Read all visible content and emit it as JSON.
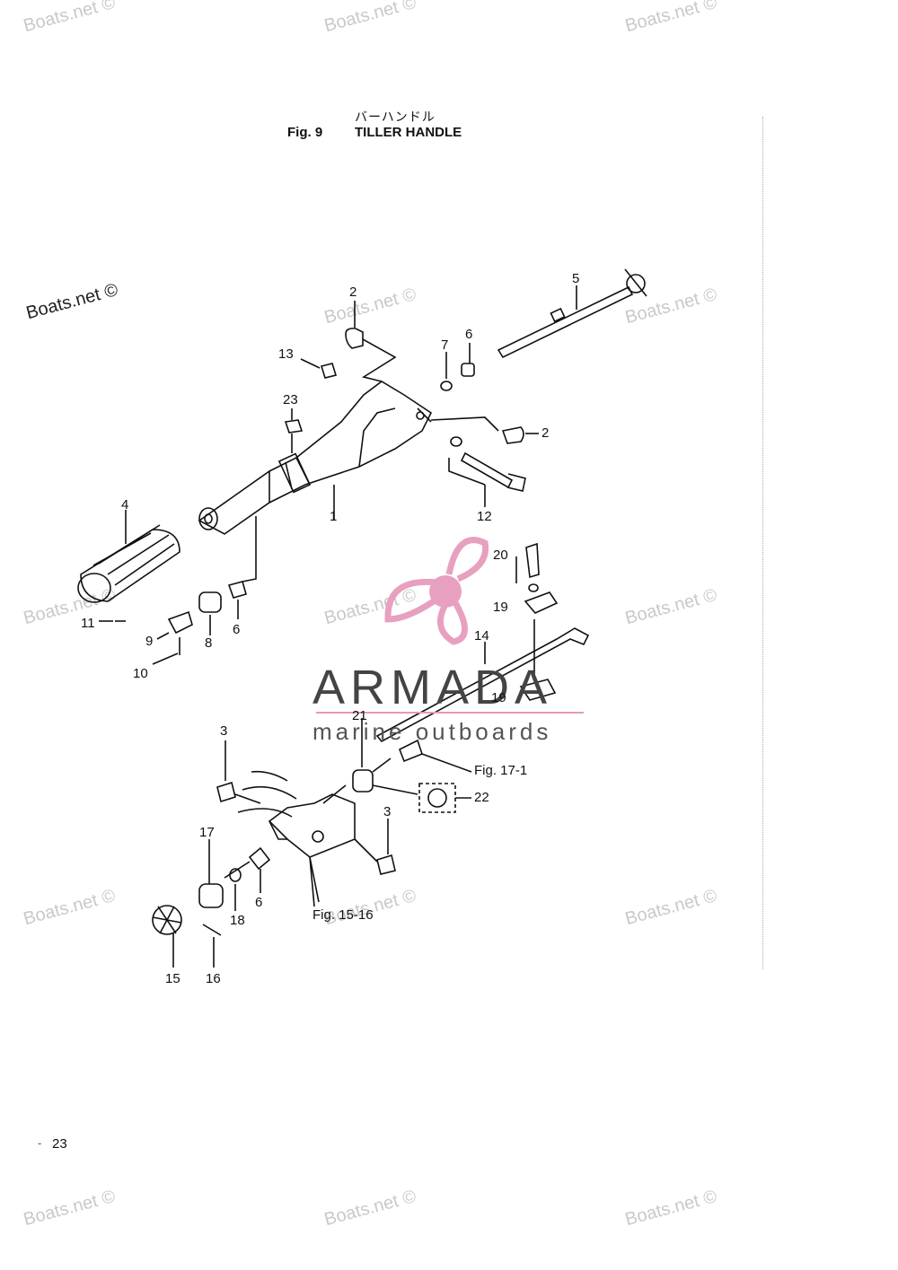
{
  "header": {
    "japanese_title": "バーハンドル",
    "figure_number": "Fig. 9",
    "figure_title": "TILLER HANDLE"
  },
  "page": {
    "number": "23",
    "dash": "-"
  },
  "watermarks": {
    "text": "Boats.net",
    "primary": "Boats.net ©"
  },
  "logo": {
    "name": "ARMADA",
    "tagline": "marine outboards",
    "colors": {
      "propeller": "#e8a0c0",
      "hub": "#e8a0c0",
      "text": "#444444"
    }
  },
  "callouts": [
    "2",
    "5",
    "13",
    "7",
    "6",
    "23",
    "2",
    "12",
    "4",
    "20",
    "19",
    "14",
    "11",
    "9",
    "8",
    "6",
    "10",
    "19",
    "21",
    "3",
    "22",
    "17",
    "3",
    "6",
    "18",
    "15",
    "16",
    "1"
  ],
  "figure_refs": {
    "fig17": "Fig. 17-1",
    "fig15": "Fig. 15-16"
  }
}
